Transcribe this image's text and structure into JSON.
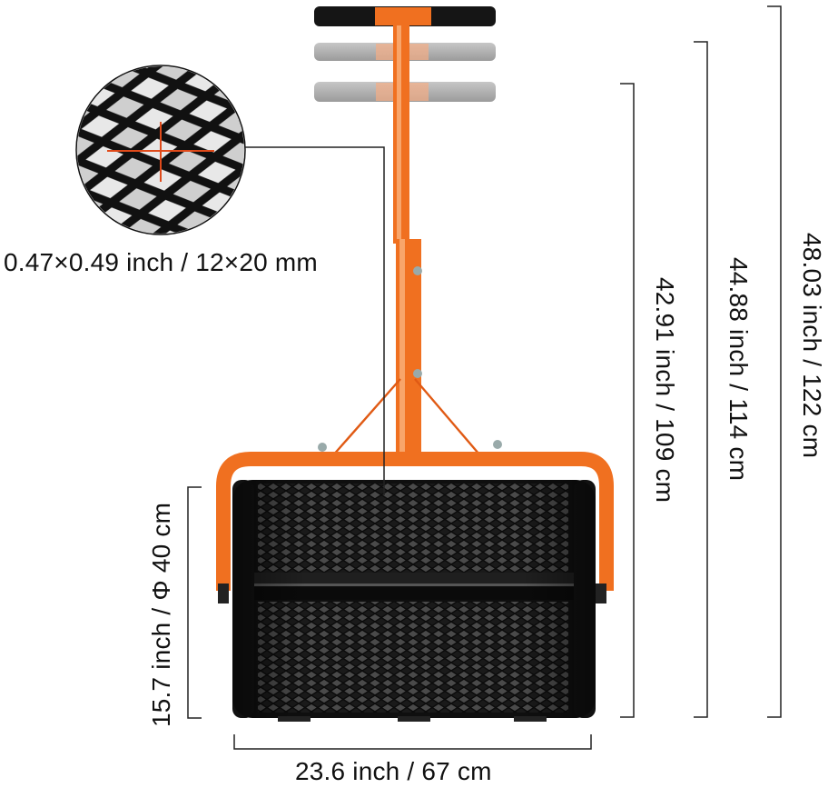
{
  "colors": {
    "frame_orange": "#f07020",
    "drum_black": "#141414",
    "dimension_line": "#222222",
    "mesh_callout_line": "#e04a1a"
  },
  "dimensions": {
    "mesh_opening": "0.47×0.49 inch / 12×20 mm",
    "drum_diameter": "15.7 inch / Φ 40 cm",
    "drum_width": "23.6 inch / 67 cm",
    "height_low": "42.91 inch / 109 cm",
    "height_mid": "44.88 inch / 114 cm",
    "height_high": "48.03 inch / 122 cm"
  }
}
